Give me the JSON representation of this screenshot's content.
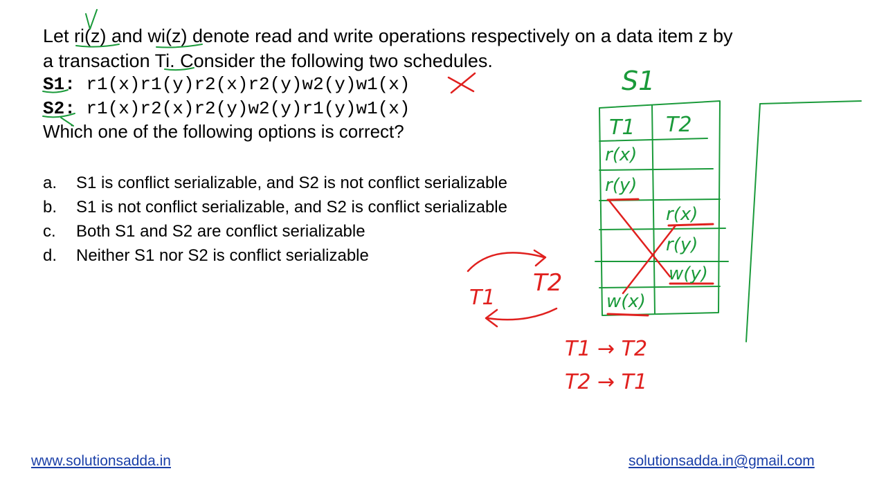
{
  "question": {
    "line1": "Let ri(z) and wi(z) denote read and write operations respectively on a data item z by",
    "line2": "a transaction Ti. Consider the following two schedules."
  },
  "schedules": {
    "s1_label": "S1:",
    "s1_ops": " r1(x)r1(y)r2(x)r2(y)w2(y)w1(x)",
    "s2_label": "S2:",
    "s2_ops": " r1(x)r2(x)r2(y)w2(y)r1(y)w1(x)"
  },
  "prompt": "Which one of the following options is correct?",
  "options": [
    {
      "letter": "a.",
      "text": "S1 is conflict serializable, and S2 is not conflict serializable"
    },
    {
      "letter": "b.",
      "text": "S1 is not conflict serializable, and S2 is conflict serializable"
    },
    {
      "letter": "c.",
      "text": "Both S1 and S2 are conflict serializable"
    },
    {
      "letter": "d.",
      "text": "Neither S1 nor S2 is conflict serializable"
    }
  ],
  "annotations": {
    "schedule_title": "S1",
    "col_t1": "T1",
    "col_t2": "T2",
    "t1_ops": [
      "r(x)",
      "r(y)",
      "w(x)"
    ],
    "t2_ops": [
      "r(x)",
      "r(y)",
      "w(y)"
    ],
    "graph_node_1": "T1",
    "graph_node_2": "T2",
    "edge_1": "T1 → T2",
    "edge_2": "T2 → T1",
    "ink_green": "#1a9a3a",
    "ink_red": "#e0201e"
  },
  "footer": {
    "website": "www.solutionsadda.in",
    "email": "solutionsadda.in@gmail.com"
  }
}
